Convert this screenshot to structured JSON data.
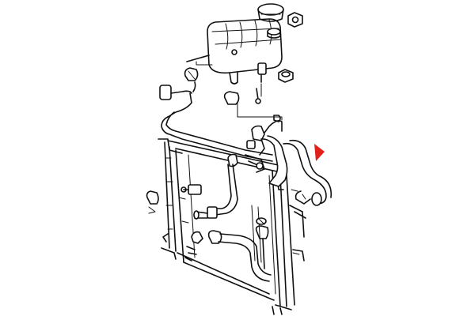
{
  "diagram": {
    "marker_color": "#e0201b",
    "line_color": "#111111",
    "background": "#ffffff",
    "parts": [
      "expansion-tank",
      "reservoir-cap",
      "cap-nut",
      "radiator",
      "upper-hose",
      "lower-hose",
      "bleed-hose",
      "overflow-hose",
      "drain-plug",
      "hose-clamp"
    ],
    "marker_icon": "triangle-pointer-icon"
  }
}
